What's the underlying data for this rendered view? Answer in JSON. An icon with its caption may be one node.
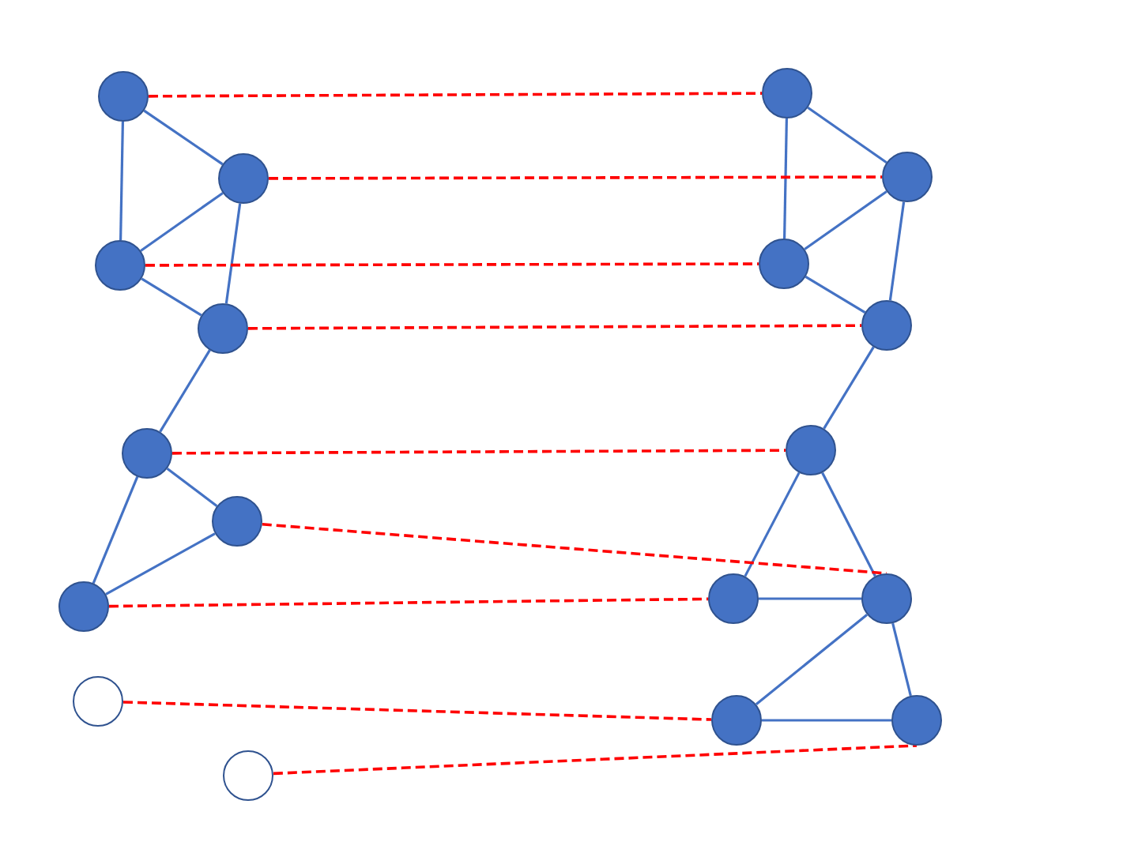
{
  "diagram": {
    "nodes": [
      {
        "text": [],
        "shape": "circle"
      },
      {
        "text": [],
        "shape": "circle"
      },
      {
        "text": [],
        "shape": "circle"
      },
      {
        "text": [],
        "shape": "circle"
      },
      {
        "text": [],
        "shape": "circle"
      },
      {
        "text": [],
        "shape": "circle"
      },
      {
        "text": [],
        "shape": "circle"
      },
      {
        "text": [],
        "shape": "circle"
      },
      {
        "text": [],
        "shape": "circle"
      },
      {
        "text": [],
        "shape": "circle"
      },
      {
        "text": [],
        "shape": "circle"
      },
      {
        "text": [],
        "shape": "circle"
      },
      {
        "text": [],
        "shape": "circle"
      },
      {
        "text": [],
        "shape": "circle"
      },
      {
        "text": [],
        "shape": "circle"
      },
      {
        "text": [],
        "shape": "circle"
      },
      {
        "text": [],
        "shape": "circle"
      },
      {
        "text": [],
        "shape": "circle"
      }
    ],
    "edges": [
      {
        "from": 0,
        "to": 1,
        "arrow": "none"
      },
      {
        "from": 0,
        "to": 2,
        "arrow": "none"
      },
      {
        "from": 1,
        "to": 2,
        "arrow": "none"
      },
      {
        "from": 1,
        "to": 3,
        "arrow": "none"
      },
      {
        "from": 2,
        "to": 3,
        "arrow": "none"
      },
      {
        "from": 3,
        "to": 4,
        "arrow": "none"
      },
      {
        "from": 4,
        "to": 5,
        "arrow": "none"
      },
      {
        "from": 4,
        "to": 6,
        "arrow": "none"
      },
      {
        "from": 5,
        "to": 6,
        "arrow": "none"
      },
      {
        "from": 9,
        "to": 10,
        "arrow": "none"
      },
      {
        "from": 9,
        "to": 11,
        "arrow": "none"
      },
      {
        "from": 10,
        "to": 11,
        "arrow": "none"
      },
      {
        "from": 10,
        "to": 12,
        "arrow": "none"
      },
      {
        "from": 11,
        "to": 12,
        "arrow": "none"
      },
      {
        "from": 12,
        "to": 13,
        "arrow": "none"
      },
      {
        "from": 13,
        "to": 14,
        "arrow": "none"
      },
      {
        "from": 13,
        "to": 15,
        "arrow": "none"
      },
      {
        "from": 14,
        "to": 15,
        "arrow": "none"
      },
      {
        "from": 15,
        "to": 16,
        "arrow": "none"
      },
      {
        "from": 15,
        "to": 17,
        "arrow": "none"
      },
      {
        "from": 16,
        "to": 17,
        "arrow": "none"
      },
      {
        "from": 0,
        "to": 9,
        "arrow": "none",
        "style": "dashed",
        "color": "#ff0000"
      },
      {
        "from": 1,
        "to": 10,
        "arrow": "none",
        "style": "dashed",
        "color": "#ff0000"
      },
      {
        "from": 2,
        "to": 11,
        "arrow": "none",
        "style": "dashed",
        "color": "#ff0000"
      },
      {
        "from": 3,
        "to": 12,
        "arrow": "none",
        "style": "dashed",
        "color": "#ff0000"
      },
      {
        "from": 4,
        "to": 13,
        "arrow": "none",
        "style": "dashed",
        "color": "#ff0000"
      },
      {
        "from": 5,
        "to": 15,
        "arrow": "none",
        "style": "dashed",
        "color": "#ff0000"
      },
      {
        "from": 6,
        "to": 14,
        "arrow": "none",
        "style": "dashed",
        "color": "#ff0000"
      },
      {
        "from": 7,
        "to": 16,
        "arrow": "none",
        "style": "dashed",
        "color": "#ff0000"
      },
      {
        "from": 8,
        "to": 17,
        "arrow": "none",
        "style": "dashed",
        "color": "#ff0000"
      }
    ]
  }
}
